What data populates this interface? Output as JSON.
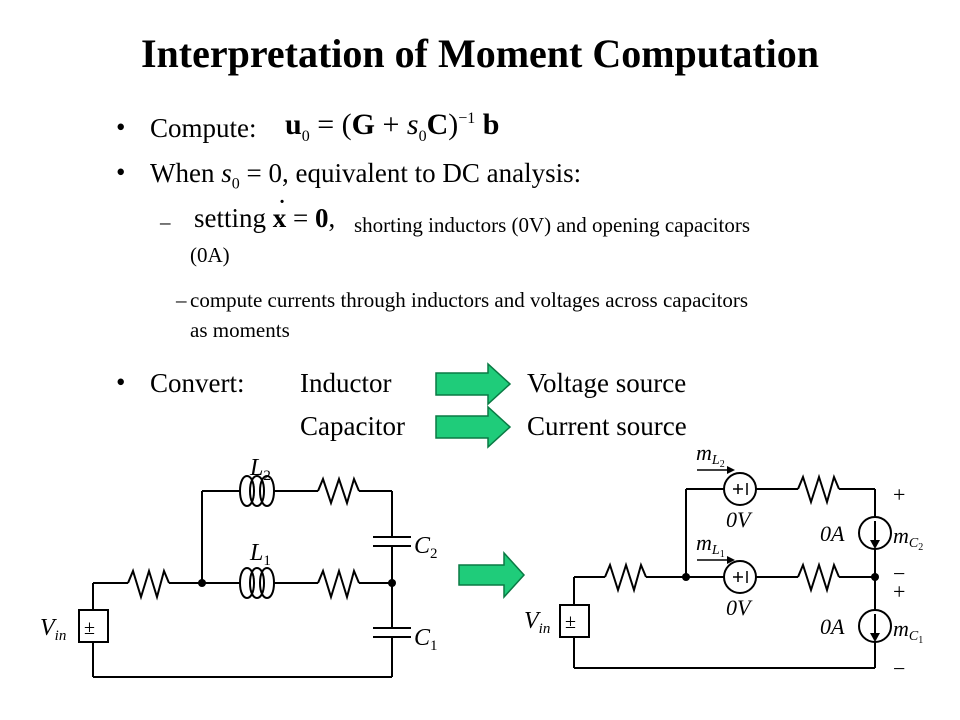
{
  "slide": {
    "title": "Interpretation of Moment Computation"
  },
  "bullets": {
    "compute_label": "Compute:",
    "compute_eq": {
      "u": "u",
      "u_sub": "0",
      "eq": "=",
      "lparen": "(",
      "G": "G",
      "plus": "+",
      "s": "s",
      "s_sub": "0",
      "C": "C",
      "rparen": ")",
      "exp": "−1",
      "b": "b"
    },
    "when_prefix": "When ",
    "when_s": "s",
    "when_sub": "0",
    "when_suffix": " = 0, equivalent to DC analysis:",
    "dash": "–",
    "setting_word": "setting",
    "setting_x": "x",
    "setting_eq": " = ",
    "setting_zero": "0",
    "setting_comma": ",",
    "sub1_rest": "shorting inductors (0V) and opening capacitors",
    "sub1_cont": "(0A)",
    "sub2_line1": "compute currents through inductors and voltages across capacitors",
    "sub2_line2": "as moments",
    "convert_label": "Convert:",
    "inductor": "Inductor",
    "voltage_source": "Voltage source",
    "capacitor": "Capacitor",
    "current_source": "Current source",
    "bullet_char": "•"
  },
  "left_circuit": {
    "L2": "L",
    "L2_sub": "2",
    "L1": "L",
    "L1_sub": "1",
    "C2": "C",
    "C2_sub": "2",
    "C1": "C",
    "C1_sub": "1",
    "Vin": "V",
    "Vin_sub": "in",
    "source_symbol": "±"
  },
  "right_circuit": {
    "mL2": "m",
    "mL2_sub": "L",
    "mL2_subsub": "2",
    "mL1": "m",
    "mL1_sub": "L",
    "mL1_subsub": "1",
    "v_top": "0V",
    "v_bottom": "0V",
    "a_top": "0A",
    "a_bottom": "0A",
    "mC2": "m",
    "mC2_sub": "C",
    "mC2_subsub": "2",
    "mC1": "m",
    "mC1_sub": "C",
    "mC1_subsub": "1",
    "Vin": "V",
    "Vin_sub": "in",
    "plus": "+",
    "minus": "−",
    "source_symbol": "±"
  },
  "colors": {
    "arrow_fill": "#1fcc7a",
    "arrow_stroke": "#0a7a44",
    "line": "#000000"
  }
}
